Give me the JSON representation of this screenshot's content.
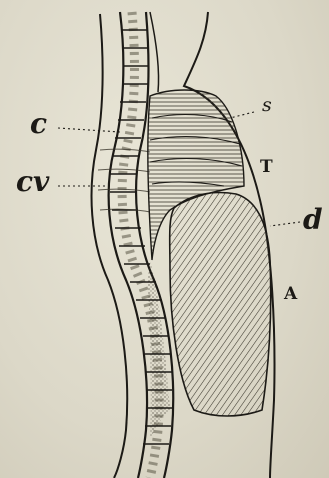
{
  "labels": {
    "c": "c",
    "cv": "cv",
    "s": "s",
    "T": "T",
    "d": "d",
    "A": "A"
  },
  "colors": {
    "paper": "#dcd8c8",
    "ink": "#1c1a16",
    "hatch": "#3a362c"
  }
}
